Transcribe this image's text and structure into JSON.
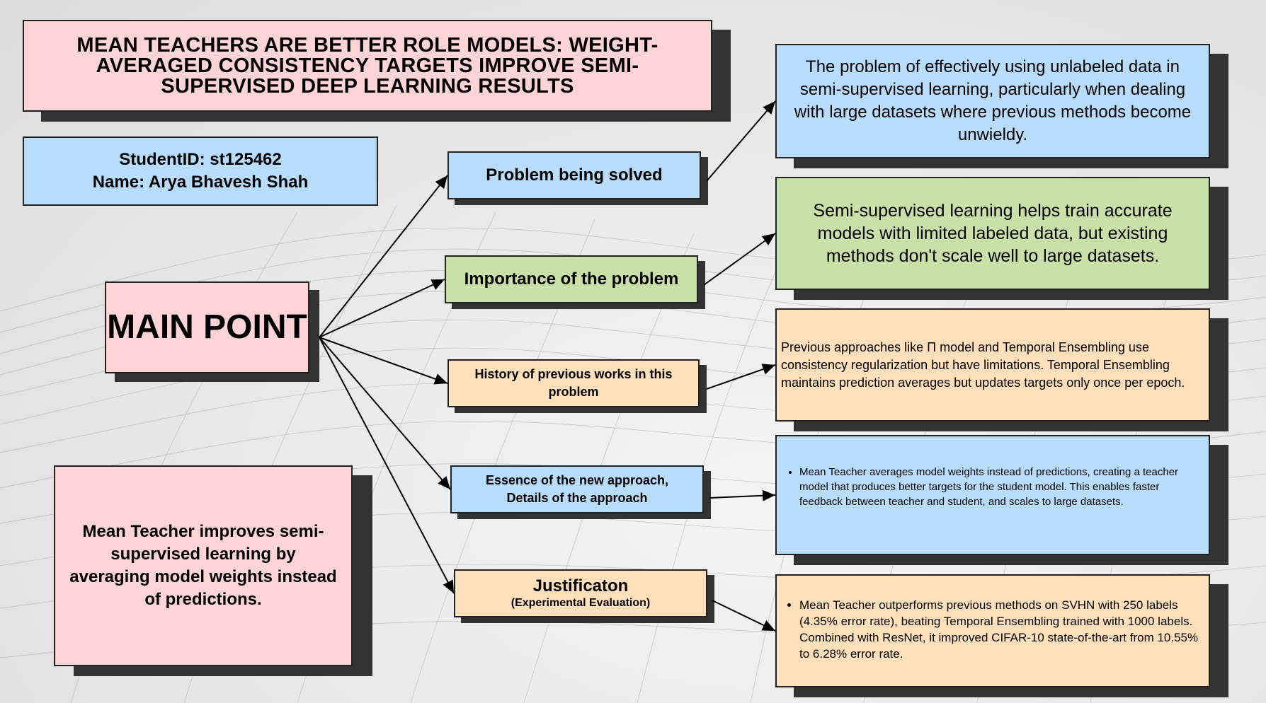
{
  "title": "MEAN TEACHERS ARE BETTER ROLE MODELS: WEIGHT-AVERAGED CONSISTENCY TARGETS IMPROVE SEMI-SUPERVISED DEEP LEARNING RESULTS",
  "student": {
    "id_line": "StudentID: st125462",
    "name_line": "Name: Arya Bhavesh Shah"
  },
  "main_point": "MAIN POINT",
  "summary": "Mean Teacher improves semi-supervised learning by averaging model weights instead of predictions.",
  "nodes": {
    "problem": "Problem being solved",
    "importance": "Importance of the problem",
    "history": "History of previous works in this problem",
    "essence": "Essence of the new approach, Details of the approach",
    "justification": "Justificaton",
    "justification_sub": "(Experimental Evaluation)"
  },
  "details": {
    "problem": "The problem of effectively using unlabeled data in semi-supervised learning, particularly when dealing with large datasets where previous methods become unwieldy.",
    "importance": "Semi-supervised learning helps train accurate models with limited labeled data, but existing methods don't scale well to large datasets.",
    "history": "Previous approaches like Π model and Temporal Ensembling use consistency regularization but have limitations. Temporal Ensembling maintains prediction averages but updates targets only once per epoch.",
    "essence": "Mean Teacher averages model weights instead of predictions, creating a teacher model that produces better targets for the student model. This enables faster feedback between teacher and student, and scales to large datasets.",
    "justification": "Mean Teacher outperforms previous methods on SVHN with 250 labels (4.35% error rate), beating Temporal Ensembling trained with 1000 labels. Combined with ResNet, it improved CIFAR-10 state-of-the-art from 10.55% to 6.28% error rate."
  },
  "colors": {
    "pink": "#ffd4d6",
    "blue": "#b8dcfb",
    "green": "#c9e0a9",
    "peach": "#ffe0ba",
    "shadow": "#333333"
  }
}
